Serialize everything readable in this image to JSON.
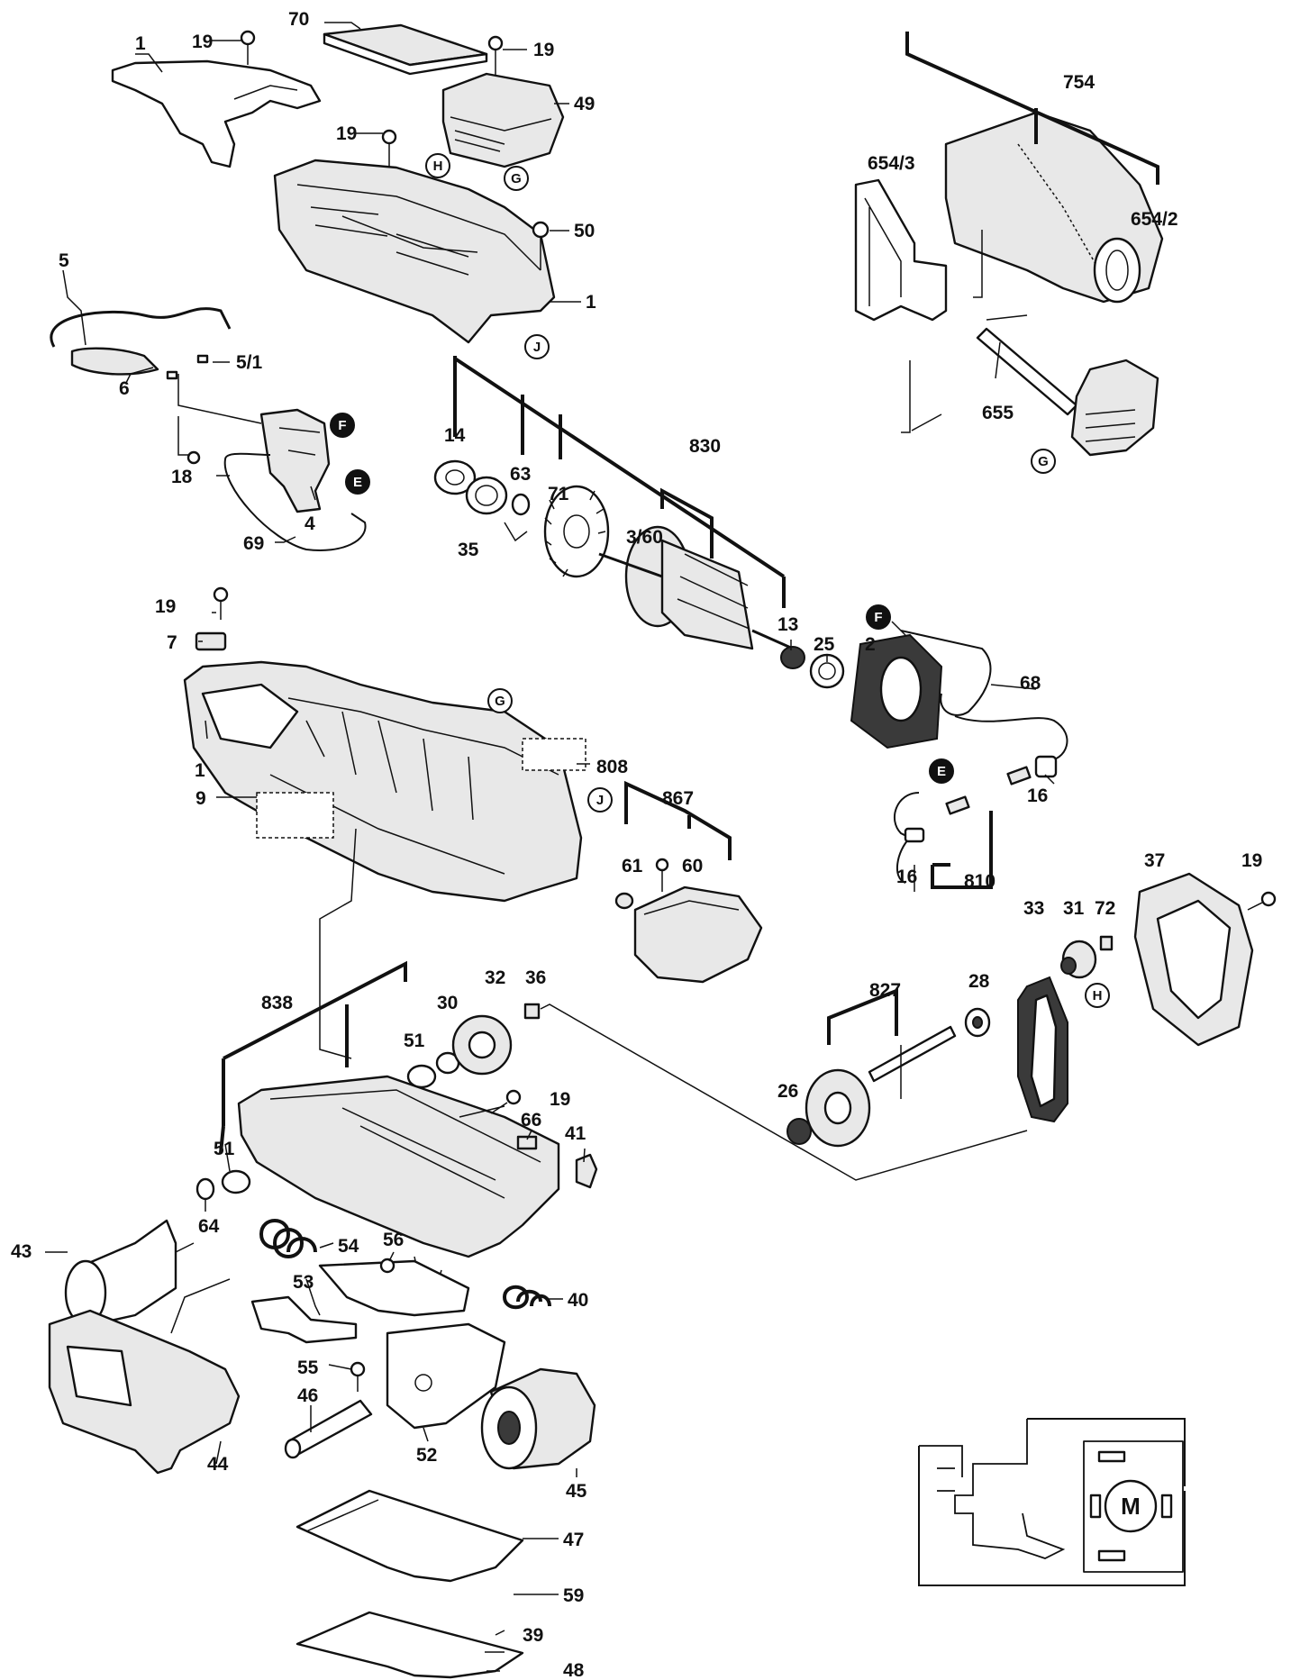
{
  "diagram": {
    "part_labels": {
      "p1a": "1",
      "p19a": "19",
      "p70": "70",
      "p19b": "19",
      "p49": "49",
      "p19c": "19",
      "p50": "50",
      "p1b": "1",
      "p5": "5",
      "p5_1": "5/1",
      "p6": "6",
      "p18": "18",
      "p4": "4",
      "p69": "69",
      "p14": "14",
      "p63": "63",
      "p71": "71",
      "p830": "830",
      "p35": "35",
      "p3_60": "3/60",
      "p13": "13",
      "p25": "25",
      "p2": "2",
      "p68": "68",
      "p16a": "16",
      "p16b": "16",
      "p810": "810",
      "p19d": "19",
      "p7": "7",
      "p1c": "1",
      "p9": "9",
      "p808": "808",
      "p867": "867",
      "p61": "61",
      "p60": "60",
      "p754": "754",
      "p654_3": "654/3",
      "p654_2": "654/2",
      "p655": "655",
      "p838": "838",
      "p51a": "51",
      "p30": "30",
      "p32": "32",
      "p36": "36",
      "p19e": "19",
      "p66": "66",
      "p41": "41",
      "p51b": "51",
      "p64": "64",
      "p43": "43",
      "p54": "54",
      "p56": "56",
      "p53": "53",
      "p40": "40",
      "p55": "55",
      "p46": "46",
      "p52": "52",
      "p44": "44",
      "p45": "45",
      "p47": "47",
      "p59": "59",
      "p39": "39",
      "p48": "48",
      "p37": "37",
      "p19f": "19",
      "p33": "33",
      "p31": "31",
      "p72": "72",
      "p827": "827",
      "p28": "28",
      "p26": "26"
    },
    "reference_markers": {
      "G1": "G",
      "G2": "G",
      "G3": "G",
      "H1": "H",
      "H2": "H",
      "J1": "J",
      "J2": "J",
      "F1": "F",
      "F2": "F",
      "E1": "E",
      "E2": "E"
    },
    "wiring_schematic": {
      "motor_label": "M"
    }
  }
}
